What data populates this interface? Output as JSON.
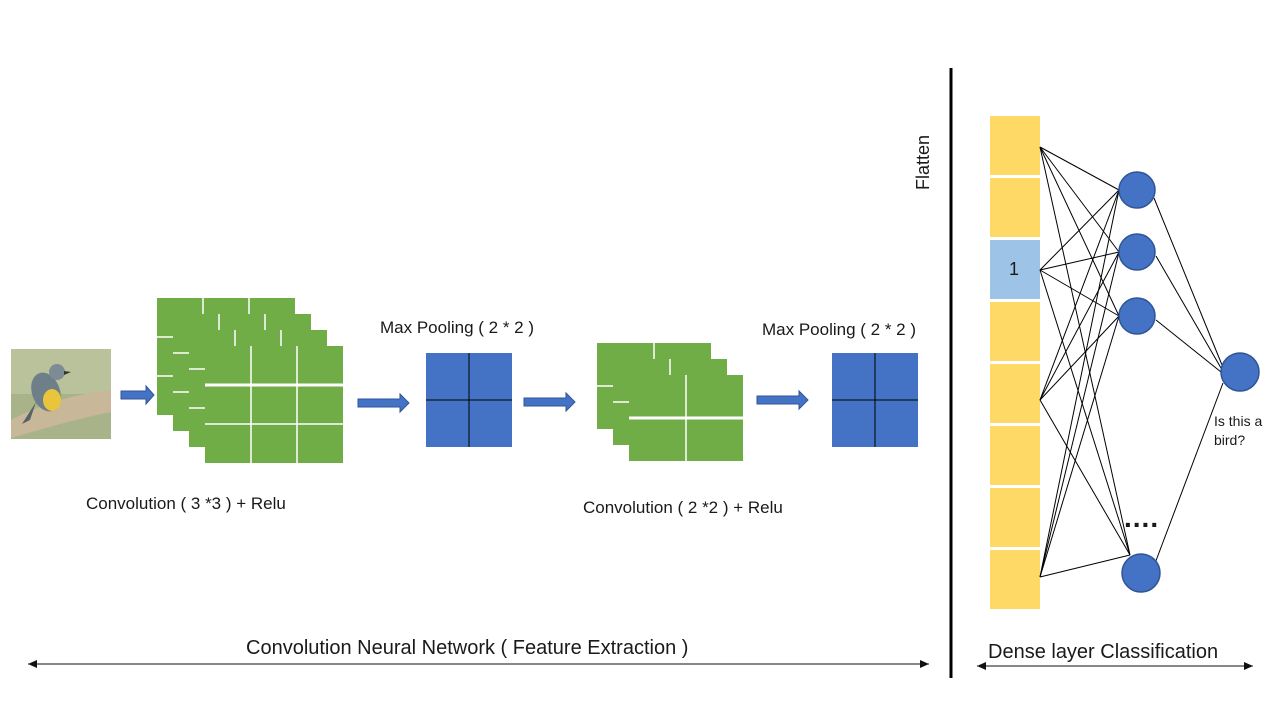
{
  "colors": {
    "conv_green": "#70ad47",
    "pool_blue": "#4472c4",
    "flatten_yellow": "#ffd966",
    "flatten_highlight": "#9dc3e6",
    "arrow_blue": "#4472c4",
    "neuron_blue": "#4472c4"
  },
  "labels": {
    "conv1": "Convolution  ( 3 *3 ) + Relu",
    "pool1": "Max Pooling ( 2 * 2 )",
    "conv2": "Convolution  ( 2 *2 ) + Relu",
    "pool2": "Max Pooling ( 2 * 2 )",
    "flatten": "Flatten",
    "flatten_value": "1",
    "ellipsis": "....",
    "question": "Is this a\nbird?",
    "cnn_section": "Convolution Neural Network ( Feature Extraction )",
    "dense_section": "Dense layer Classification"
  },
  "icons": {
    "input_image": "bird-photo-icon"
  }
}
